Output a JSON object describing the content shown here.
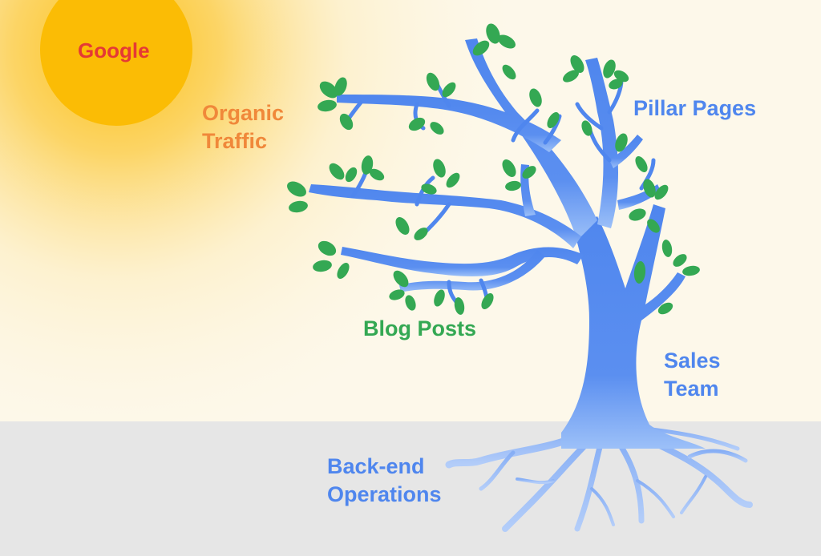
{
  "labels": {
    "sun": "Google",
    "rays": "Organic\nTraffic",
    "branches": "Pillar Pages",
    "leaves": "Blog Posts",
    "trunk": "Sales\nTeam",
    "roots": "Back-end\nOperations"
  },
  "colors": {
    "sky": "#fdf8ea",
    "ground": "#e6e6e6",
    "sun": "#fbbc05",
    "sun_text": "#e53935",
    "rays_text": "#f0883a",
    "tree": "#4f86ee",
    "leaf": "#34a853",
    "root": "#8eb4f6"
  }
}
